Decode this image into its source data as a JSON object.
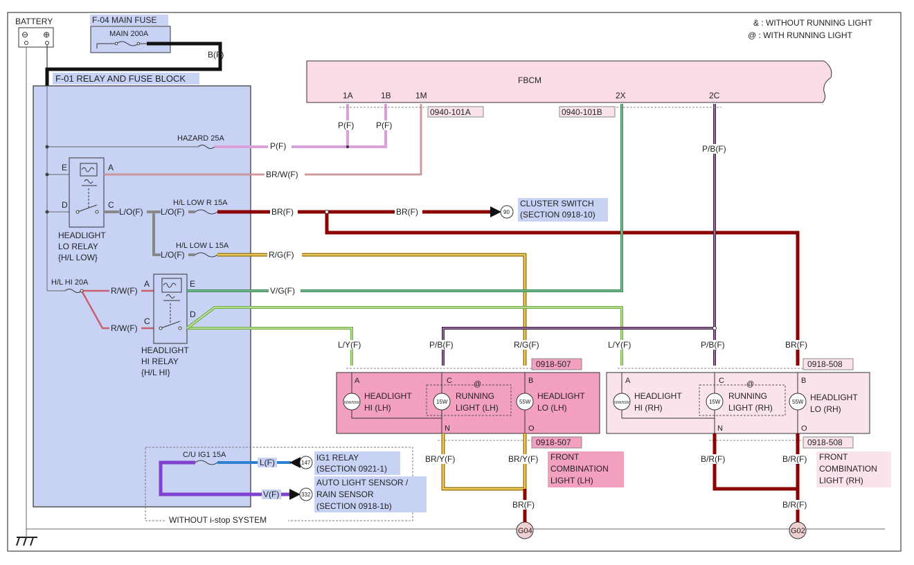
{
  "legend": {
    "line1": "& : WITHOUT RUNNING LIGHT",
    "line2": "@ : WITH RUNNING LIGHT"
  },
  "battery": {
    "label": "BATTERY",
    "minus": "⊖",
    "plus": "⊕"
  },
  "main_fuse": {
    "title": "F-04  MAIN FUSE",
    "rating": "MAIN 200A"
  },
  "relay_block": {
    "title": "F-01  RELAY AND FUSE BLOCK"
  },
  "fbcm": {
    "label": "FBCM",
    "pins": {
      "p1a": "1A",
      "p1b": "1B",
      "p1m": "1M",
      "p2x": "2X",
      "p2c": "2C"
    },
    "conn_a": "0940-101A",
    "conn_b": "0940-101B"
  },
  "fuses": {
    "hazard": "HAZARD 25A",
    "hl_low_r": "H/L LOW R 15A",
    "hl_low_l": "H/L LOW L 15A",
    "hl_hi": "H/L HI 20A",
    "cu_ig1": "C/U IG1 15A"
  },
  "lo_relay": {
    "label1": "HEADLIGHT",
    "label2": "LO RELAY",
    "label3": "{H/L LOW}",
    "pin_e": "E",
    "pin_a": "A",
    "pin_d": "D",
    "pin_c": "C"
  },
  "hi_relay": {
    "label1": "HEADLIGHT",
    "label2": "HI RELAY",
    "label3": "{H/L HI}",
    "pin_a": "A",
    "pin_e": "E",
    "pin_c": "C",
    "pin_d": "D"
  },
  "wires": {
    "bf": "B(F)",
    "pf": "P(F)",
    "brwf": "BR/W(F)",
    "lof": "L/O(F)",
    "brf": "BR(F)",
    "rgf": "R/G(F)",
    "vgf": "V/G(F)",
    "rwf": "R/W(F)",
    "lyf": "L/Y(F)",
    "pbf": "P/B(F)",
    "bryf": "BR/Y(F)",
    "brrf": "B/R(F)",
    "lf": "L(F)",
    "vf": "V(F)"
  },
  "cluster_switch": {
    "ref": "90",
    "line1": "CLUSTER SWITCH",
    "line2": "(SECTION 0918-10)"
  },
  "ig1_relay": {
    "ref": "147",
    "line1": "IG1 RELAY",
    "line2": "(SECTION 0921-1)"
  },
  "auto_light": {
    "ref": "332",
    "line1": "AUTO LIGHT SENSOR /",
    "line2": "RAIN SENSOR",
    "line3": "(SECTION 0918-1b)"
  },
  "istop_note": "WITHOUT i-stop SYSTEM",
  "front_lh": {
    "conn": "0918-507",
    "at": "@",
    "pin_a": "A",
    "pin_c": "C",
    "pin_b": "B",
    "pin_n": "N",
    "pin_o": "O",
    "hi_w": "60W/55W",
    "hi_1": "HEADLIGHT",
    "hi_2": "HI (LH)",
    "run_w": "15W",
    "run_1": "RUNNING",
    "run_2": "LIGHT (LH)",
    "lo_w": "55W",
    "lo_1": "HEADLIGHT",
    "lo_2": "LO (LH)",
    "desc1": "FRONT",
    "desc2": "COMBINATION",
    "desc3": "LIGHT (LH)"
  },
  "front_rh": {
    "conn": "0918-508",
    "at": "@",
    "pin_a": "A",
    "pin_c": "C",
    "pin_b": "B",
    "pin_n": "N",
    "pin_o": "O",
    "hi_w": "60W/55W",
    "hi_1": "HEADLIGHT",
    "hi_2": "HI (RH)",
    "run_w": "15W",
    "run_1": "RUNNING",
    "run_2": "LIGHT (RH)",
    "lo_w": "55W",
    "lo_1": "HEADLIGHT",
    "lo_2": "LO (RH)",
    "desc1": "FRONT",
    "desc2": "COMBINATION",
    "desc3": "LIGHT (RH)"
  },
  "grounds": {
    "g04": "G04",
    "g02": "G02"
  },
  "ground_symbol": "⏚",
  "colors": {
    "pink_wire": "#d9a0d9",
    "brw_wire": "#a05050",
    "br_wire": "#8b0000",
    "rg_wire": "#c8a020",
    "vg_wire": "#4a9a6a",
    "rw_wire": "#c86070",
    "ly_wire": "#80c050",
    "pb_wire": "#4a2050",
    "l_wire": "#2d7fd0",
    "v_wire": "#8040d0",
    "block_fill": "#c8d2f4",
    "fbcm_fill": "#f9dce8",
    "lh_fill": "#f3a0c0",
    "rh_fill": "#fbe3ec"
  }
}
